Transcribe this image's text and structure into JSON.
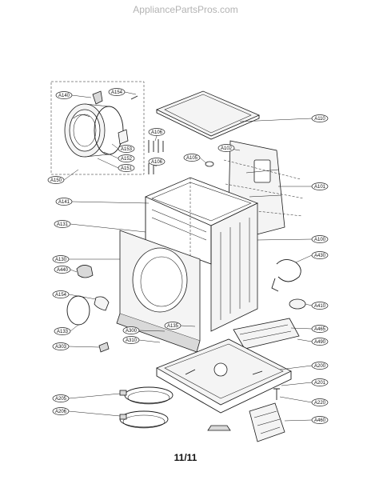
{
  "header": {
    "watermark": "AppliancePartsPros.com"
  },
  "footer": {
    "page_number": "11/11"
  },
  "callouts": {
    "a140": "A140",
    "a154_top": "A154",
    "a153": "A153",
    "a152": "A152",
    "a151": "A151",
    "a150": "A150",
    "a106_top": "A106",
    "a106_mid": "A106",
    "a105": "A105",
    "a102": "A102",
    "a110": "A110",
    "a101": "A101",
    "a141": "A141",
    "a131": "A131",
    "a100": "A100",
    "a130": "A130",
    "a430": "A430",
    "a440": "A440",
    "a154_side": "A154",
    "a410": "A410",
    "a133": "A133",
    "a300": "A300",
    "a135": "A135",
    "a465": "A465",
    "a310": "A310",
    "a490": "A490",
    "a303": "A303",
    "a200": "A200",
    "a201": "A201",
    "a205": "A205",
    "a220": "A220",
    "a206": "A206",
    "a460": "A460"
  }
}
